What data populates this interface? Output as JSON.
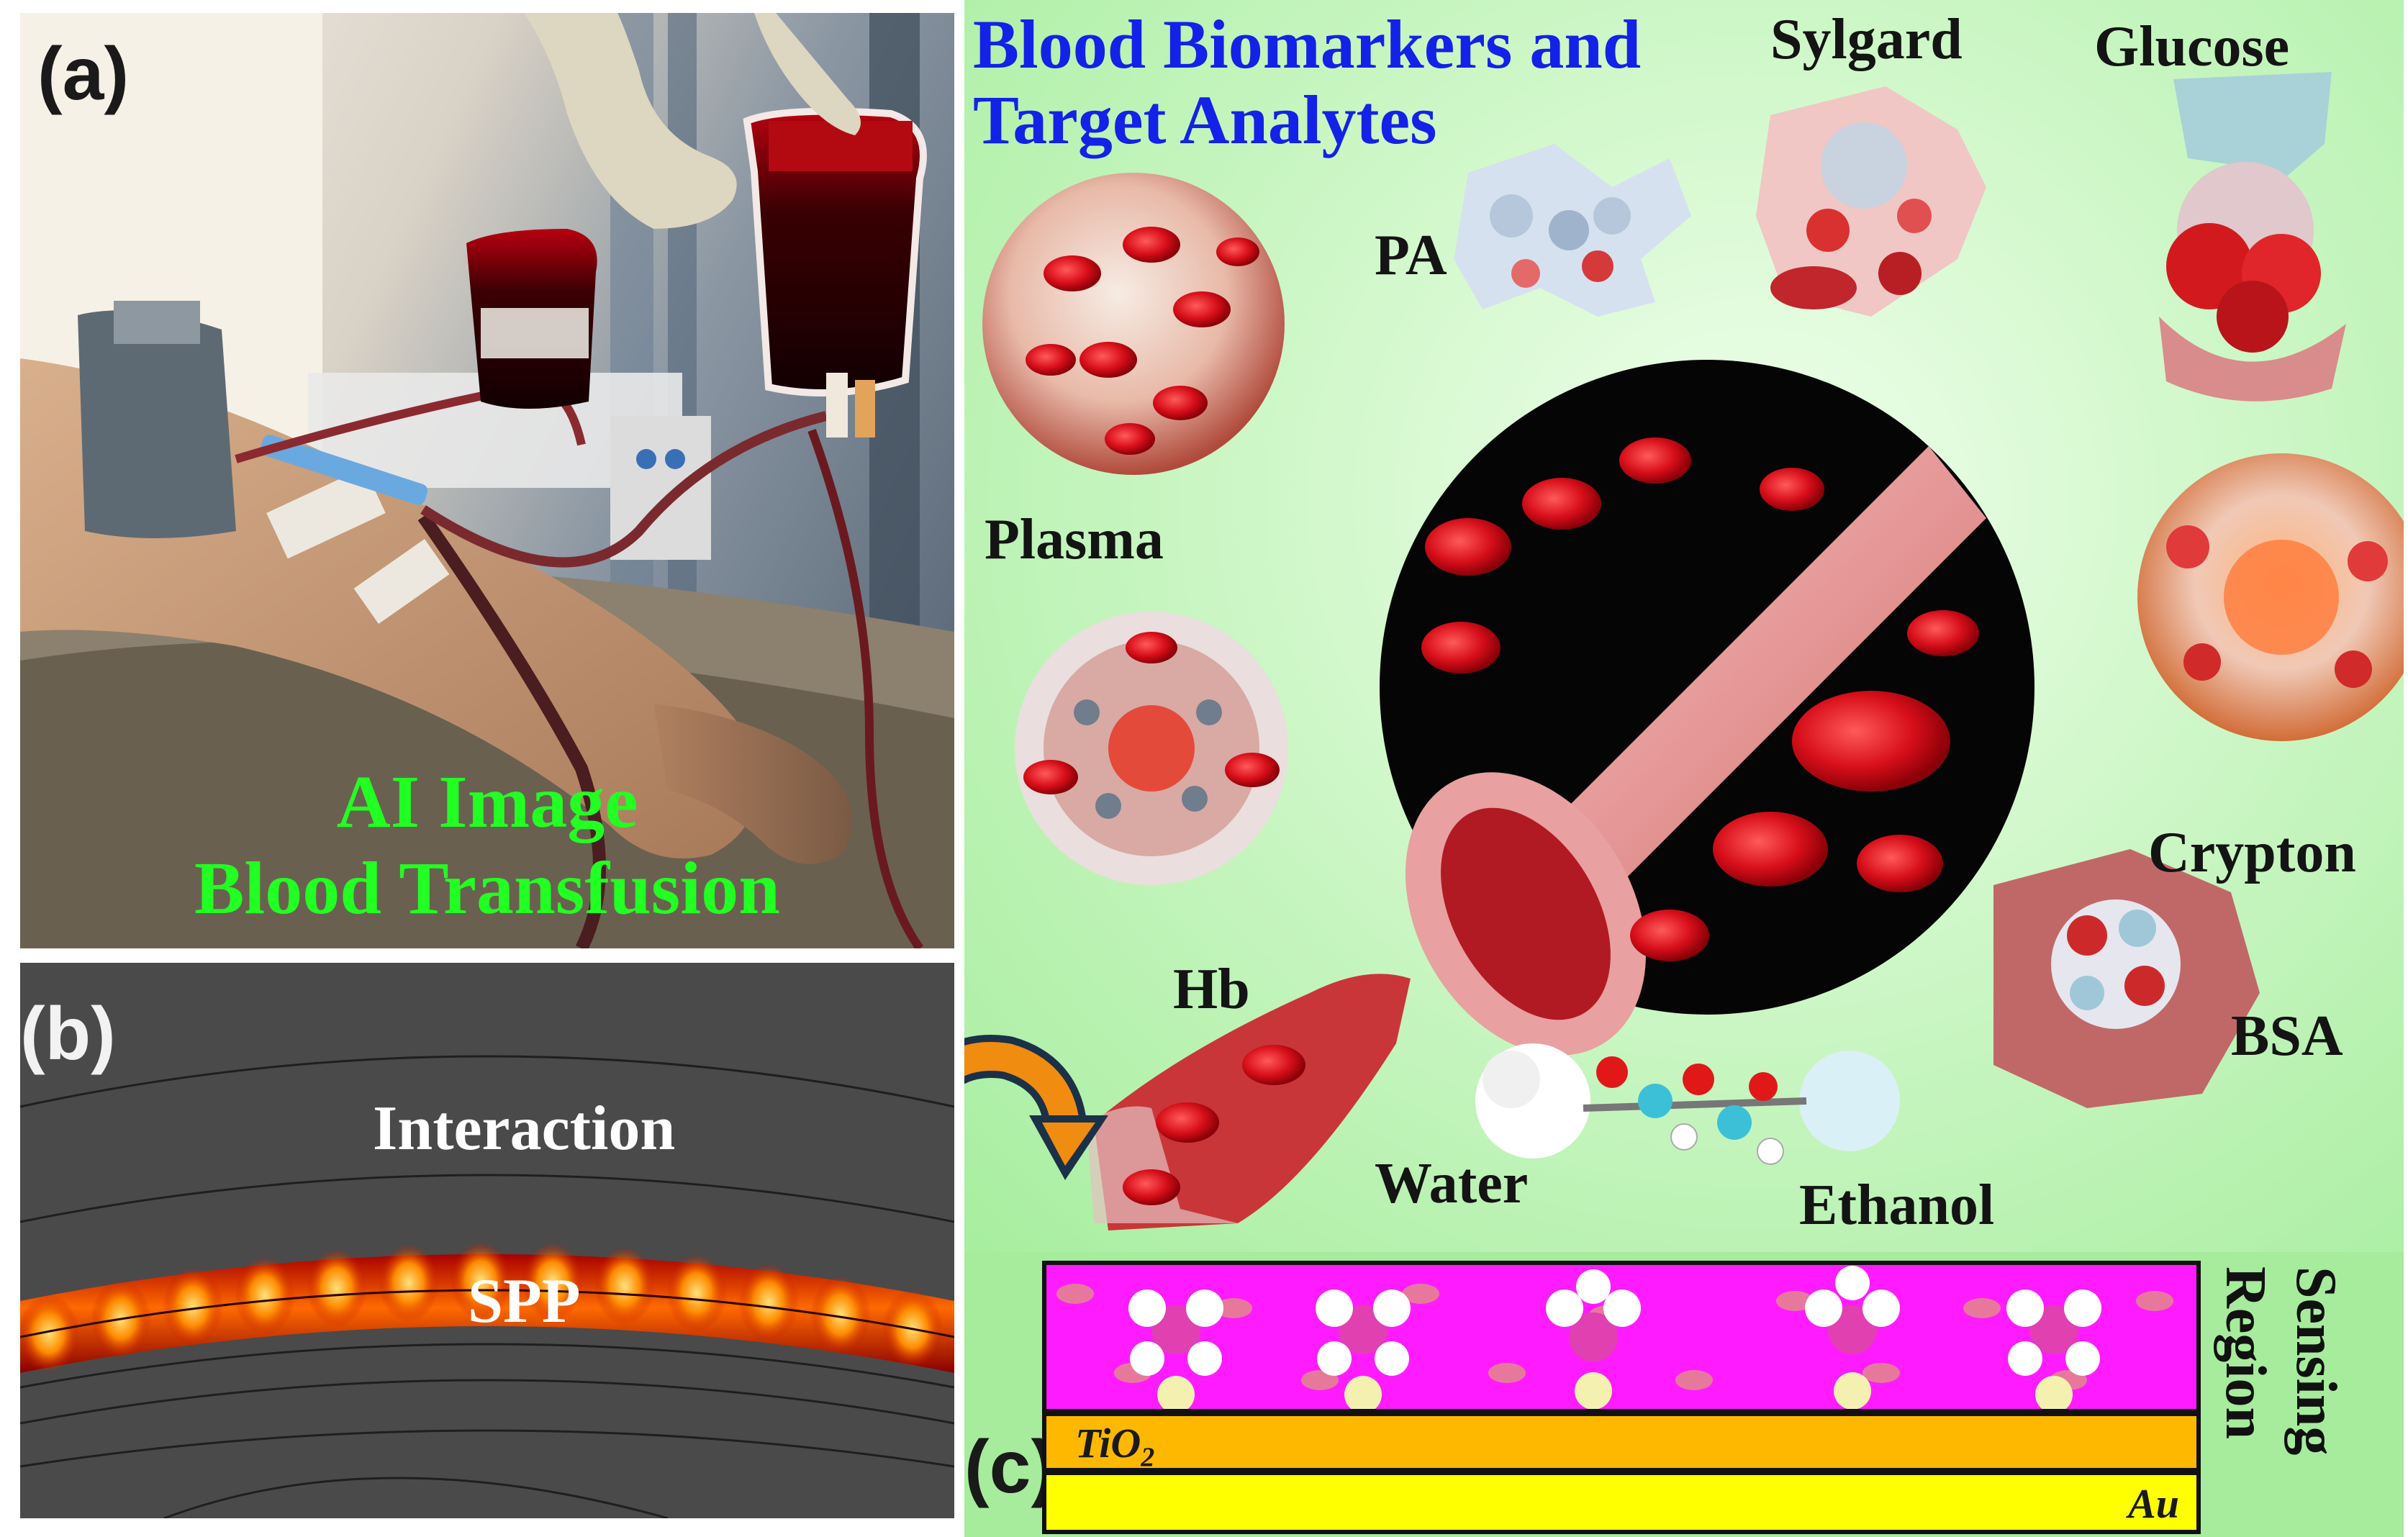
{
  "panel_a": {
    "label": "(a)",
    "caption_line1": "AI Image",
    "caption_line2": "Blood Transfusion"
  },
  "panel_b": {
    "label": "(b)",
    "interaction_text": "Interaction",
    "spp_text": "SPP"
  },
  "panel_main": {
    "title_line1": "Blood Biomarkers and",
    "title_line2": "Target Analytes",
    "analytes": {
      "sylgard": "Sylgard",
      "glucose": "Glucose",
      "pa": "PA",
      "plasma": "Plasma",
      "crypton": "Crypton",
      "hb": "Hb",
      "bsa": "BSA",
      "water": "Water",
      "ethanol": "Ethanol"
    }
  },
  "panel_c": {
    "label": "(c)",
    "tio2_prefix": "TiO",
    "tio2_sub": "2",
    "au": "Au",
    "sensing_line1": "Sensing",
    "sensing_line2": "Region"
  },
  "colors": {
    "title_blue": "#1322e6",
    "caption_green": "#22ff22",
    "sensing_magenta": "#ff1bff",
    "tio2_orange": "#ffb800",
    "au_yellow": "#ffff00",
    "background_green": "#b8f2b0"
  }
}
